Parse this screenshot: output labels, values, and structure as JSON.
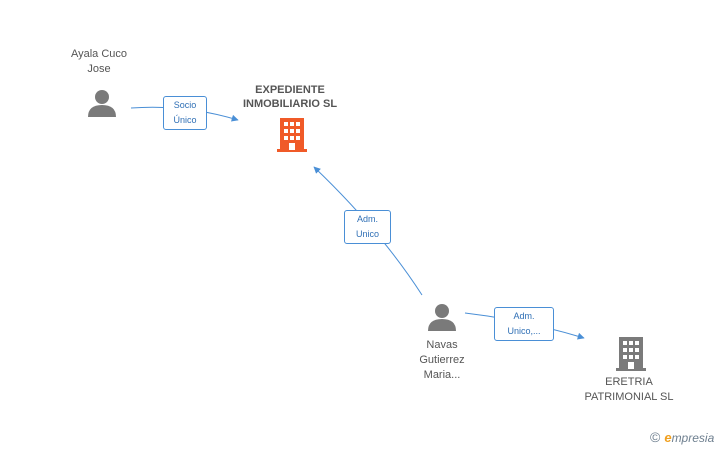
{
  "nodes": {
    "ayala": {
      "label_line1": "Ayala Cuco",
      "label_line2": "Jose"
    },
    "expediente": {
      "label_line1": "EXPEDIENTE",
      "label_line2": "INMOBILIARIO SL",
      "color": "#f05a28"
    },
    "navas": {
      "label_line1": "Navas",
      "label_line2": "Gutierrez",
      "label_line3": "Maria..."
    },
    "eretria": {
      "label_line1": "ERETRIA",
      "label_line2": "PATRIMONIAL SL",
      "color": "#7a7a7a"
    }
  },
  "edges": {
    "ayala_expediente": {
      "label_line1": "Socio",
      "label_line2": "Único"
    },
    "navas_expediente": {
      "label_line1": "Adm.",
      "label_line2": "Unico"
    },
    "navas_eretria": {
      "label_line1": "Adm.",
      "label_line2": "Unico,..."
    }
  },
  "brand": {
    "copyright": "©",
    "initial": "e",
    "rest": "mpresia"
  },
  "colors": {
    "edge": "#4a8fd6",
    "person": "#7a7a7a"
  }
}
